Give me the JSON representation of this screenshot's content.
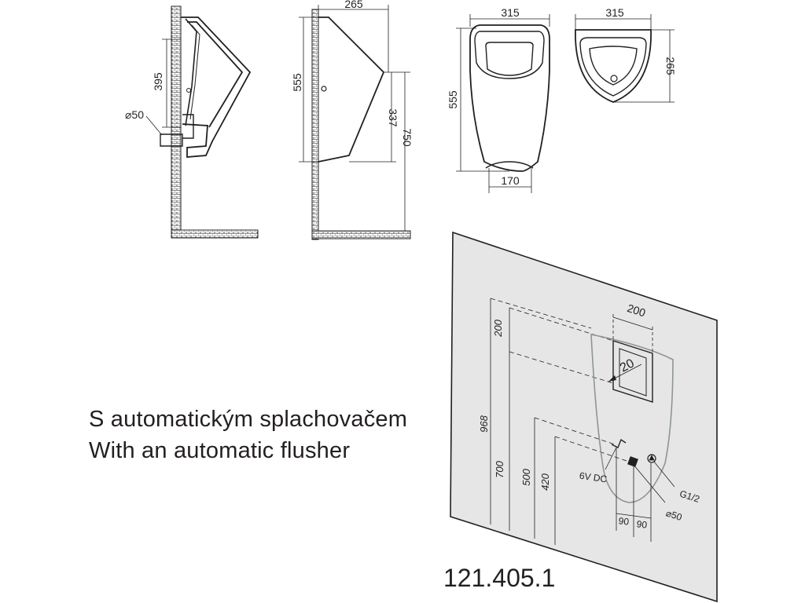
{
  "caption": {
    "line_cs": "S automatickým splachovačem",
    "line_en": "With an automatic flusher"
  },
  "product_code": "121.405.1",
  "views": {
    "side_section": {
      "height_upper": "395",
      "drain_diameter": "⌀50"
    },
    "side": {
      "depth": "265",
      "height": "555",
      "to_inlet": "337",
      "mount_height": "750"
    },
    "front": {
      "width": "315",
      "height": "555",
      "bottom_width": "170"
    },
    "top": {
      "width": "315",
      "depth": "265"
    }
  },
  "installation": {
    "inlet_box_width": "200",
    "inlet_box_wall": "20",
    "h_top": "968",
    "h_box": "200",
    "h_inlet": "700",
    "h_drain": "500",
    "h_sensor": "420",
    "sensor_power": "6V DC",
    "supply_thread": "G1/2",
    "drain_diameter": "⌀50",
    "offset_left": "90",
    "offset_right": "90"
  },
  "colors": {
    "line": "#231f20",
    "wall_panel": "#e6e6e6",
    "outline_grey": "#8c9693"
  }
}
